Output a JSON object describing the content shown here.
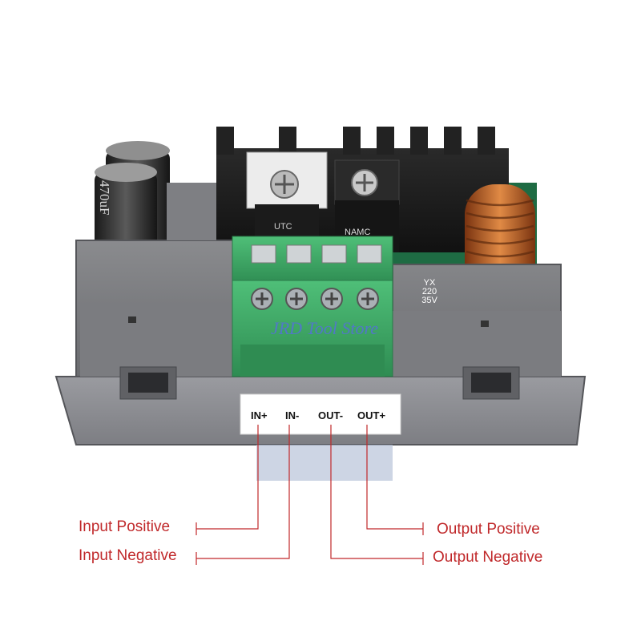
{
  "watermark": "JRD Tool Store",
  "terminals": {
    "in_pos": "IN+",
    "in_neg": "IN-",
    "out_neg": "OUT-",
    "out_pos": "OUT+"
  },
  "callouts": {
    "input_positive": "Input Positive",
    "input_negative": "Input Negative",
    "output_positive": "Output Positive",
    "output_negative": "Output Negative"
  },
  "components": {
    "regulator_left": "UTC",
    "regulator_right": "NAMC",
    "small_cap": [
      "YX",
      "220",
      "35V"
    ],
    "big_cap": "470uF"
  },
  "colors": {
    "callout_red": "#c0282a",
    "housing_gray": "#75767a",
    "terminal_green": "#3aa361",
    "watermark_blue": "#5570d8"
  }
}
